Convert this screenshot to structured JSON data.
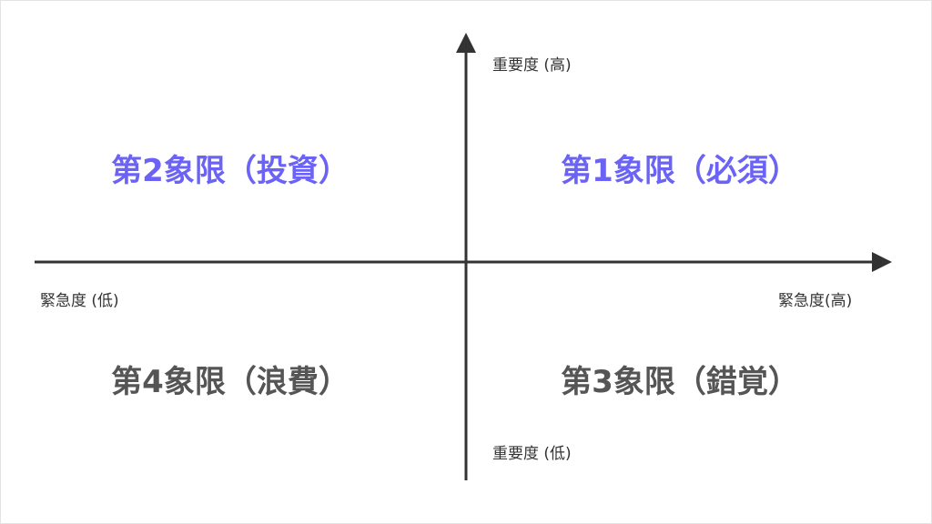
{
  "axes": {
    "importance_high": "重要度 (高)",
    "importance_low": "重要度 (低)",
    "urgency_low": "緊急度 (低)",
    "urgency_high": "緊急度(高)"
  },
  "quadrants": {
    "q1": "第1象限（必須）",
    "q2": "第2象限（投資）",
    "q3": "第3象限（錯覚）",
    "q4": "第4象限（浪費）"
  },
  "colors": {
    "accent": "#6b63f5",
    "muted": "#555555",
    "axis": "#333333"
  }
}
